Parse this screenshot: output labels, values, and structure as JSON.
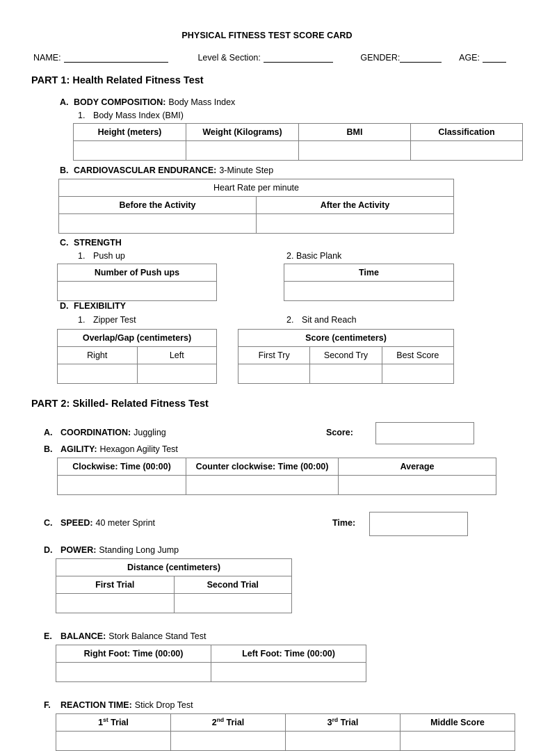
{
  "document": {
    "title": "PHYSICAL FITNESS TEST SCORE CARD"
  },
  "identity": {
    "name_label": "NAME:",
    "level_section_label": "Level & Section:",
    "gender_label": "GENDER:",
    "age_label": "AGE:",
    "name_value": "",
    "level_section_value": "",
    "gender_value": "",
    "age_value": ""
  },
  "part1": {
    "heading": "PART 1: Health Related Fitness Test",
    "sections": {
      "a": {
        "letter": "A.",
        "caption": "BODY COMPOSITION:",
        "detail": "Body Mass Index",
        "sub1_num": "1.",
        "sub1_label": "Body Mass Index (BMI)",
        "table": {
          "headers": [
            "Height (meters)",
            "Weight (Kilograms)",
            "BMI",
            "Classification"
          ],
          "row": [
            "",
            "",
            "",
            ""
          ]
        }
      },
      "b": {
        "letter": "B.",
        "caption": "CARDIOVASCULAR ENDURANCE:",
        "detail": "3-Minute Step",
        "table": {
          "span_header": "Heart Rate per minute",
          "headers": [
            "Before the Activity",
            "After the Activity"
          ],
          "row": [
            "",
            ""
          ]
        }
      },
      "c": {
        "letter": "C.",
        "caption": "STRENGTH",
        "detail": "",
        "sub1_num": "1.",
        "sub1_label": "Push up",
        "sub2_num": "2.",
        "sub2_label": "Basic Plank",
        "table1": {
          "headers": [
            "Number of Push ups"
          ],
          "row": [
            ""
          ]
        },
        "table2": {
          "headers": [
            "Time"
          ],
          "row": [
            ""
          ]
        }
      },
      "d": {
        "letter": "D.",
        "caption": "FLEXIBILITY",
        "detail": "",
        "sub1_num": "1.",
        "sub1_label": "Zipper Test",
        "sub2_num": "2.",
        "sub2_label": "Sit and Reach",
        "table1": {
          "span_header": "Overlap/Gap (centimeters)",
          "headers": [
            "Right",
            "Left"
          ],
          "row": [
            "",
            ""
          ]
        },
        "table2": {
          "span_header": "Score (centimeters)",
          "headers": [
            "First Try",
            "Second Try",
            "Best Score"
          ],
          "row": [
            "",
            "",
            ""
          ]
        }
      }
    }
  },
  "part2": {
    "heading": "PART 2: Skilled- Related Fitness Test",
    "sections": {
      "a": {
        "letter": "A.",
        "caption": "COORDINATION:",
        "detail": "Juggling",
        "field_label": "Score:",
        "field_value": ""
      },
      "b": {
        "letter": "B.",
        "caption": "AGILITY:",
        "detail": "Hexagon Agility Test",
        "table": {
          "headers": [
            "Clockwise: Time (00:00)",
            "Counter clockwise: Time (00:00)",
            "Average"
          ],
          "row": [
            "",
            "",
            ""
          ]
        }
      },
      "c": {
        "letter": "C.",
        "caption": "SPEED:",
        "detail": "40 meter Sprint",
        "field_label": "Time:",
        "field_value": ""
      },
      "d": {
        "letter": "D.",
        "caption": "POWER:",
        "detail": "Standing Long Jump",
        "table": {
          "span_header": "Distance (centimeters)",
          "headers": [
            "First Trial",
            "Second Trial"
          ],
          "row": [
            "",
            ""
          ]
        }
      },
      "e": {
        "letter": "E.",
        "caption": "BALANCE:",
        "detail": "Stork Balance Stand Test",
        "table": {
          "headers": [
            "Right Foot: Time (00:00)",
            "Left Foot: Time (00:00)"
          ],
          "row": [
            "",
            ""
          ]
        }
      },
      "f": {
        "letter": "F.",
        "caption": "REACTION TIME:",
        "detail": "Stick Drop Test",
        "table": {
          "headers_html": [
            "1st Trial",
            "2nd Trial",
            "3rd Trial",
            "Middle Score"
          ],
          "header1_base": "1",
          "header1_sup": "st",
          "header1_rest": " Trial",
          "header2_base": "2",
          "header2_sup": "nd",
          "header2_rest": " Trial",
          "header3_base": "3",
          "header3_sup": "rd",
          "header3_rest": " Trial",
          "header4": "Middle Score",
          "row": [
            "",
            "",
            "",
            ""
          ]
        }
      }
    }
  },
  "colors": {
    "border": "#808080",
    "text": "#000000",
    "background": "#ffffff"
  }
}
